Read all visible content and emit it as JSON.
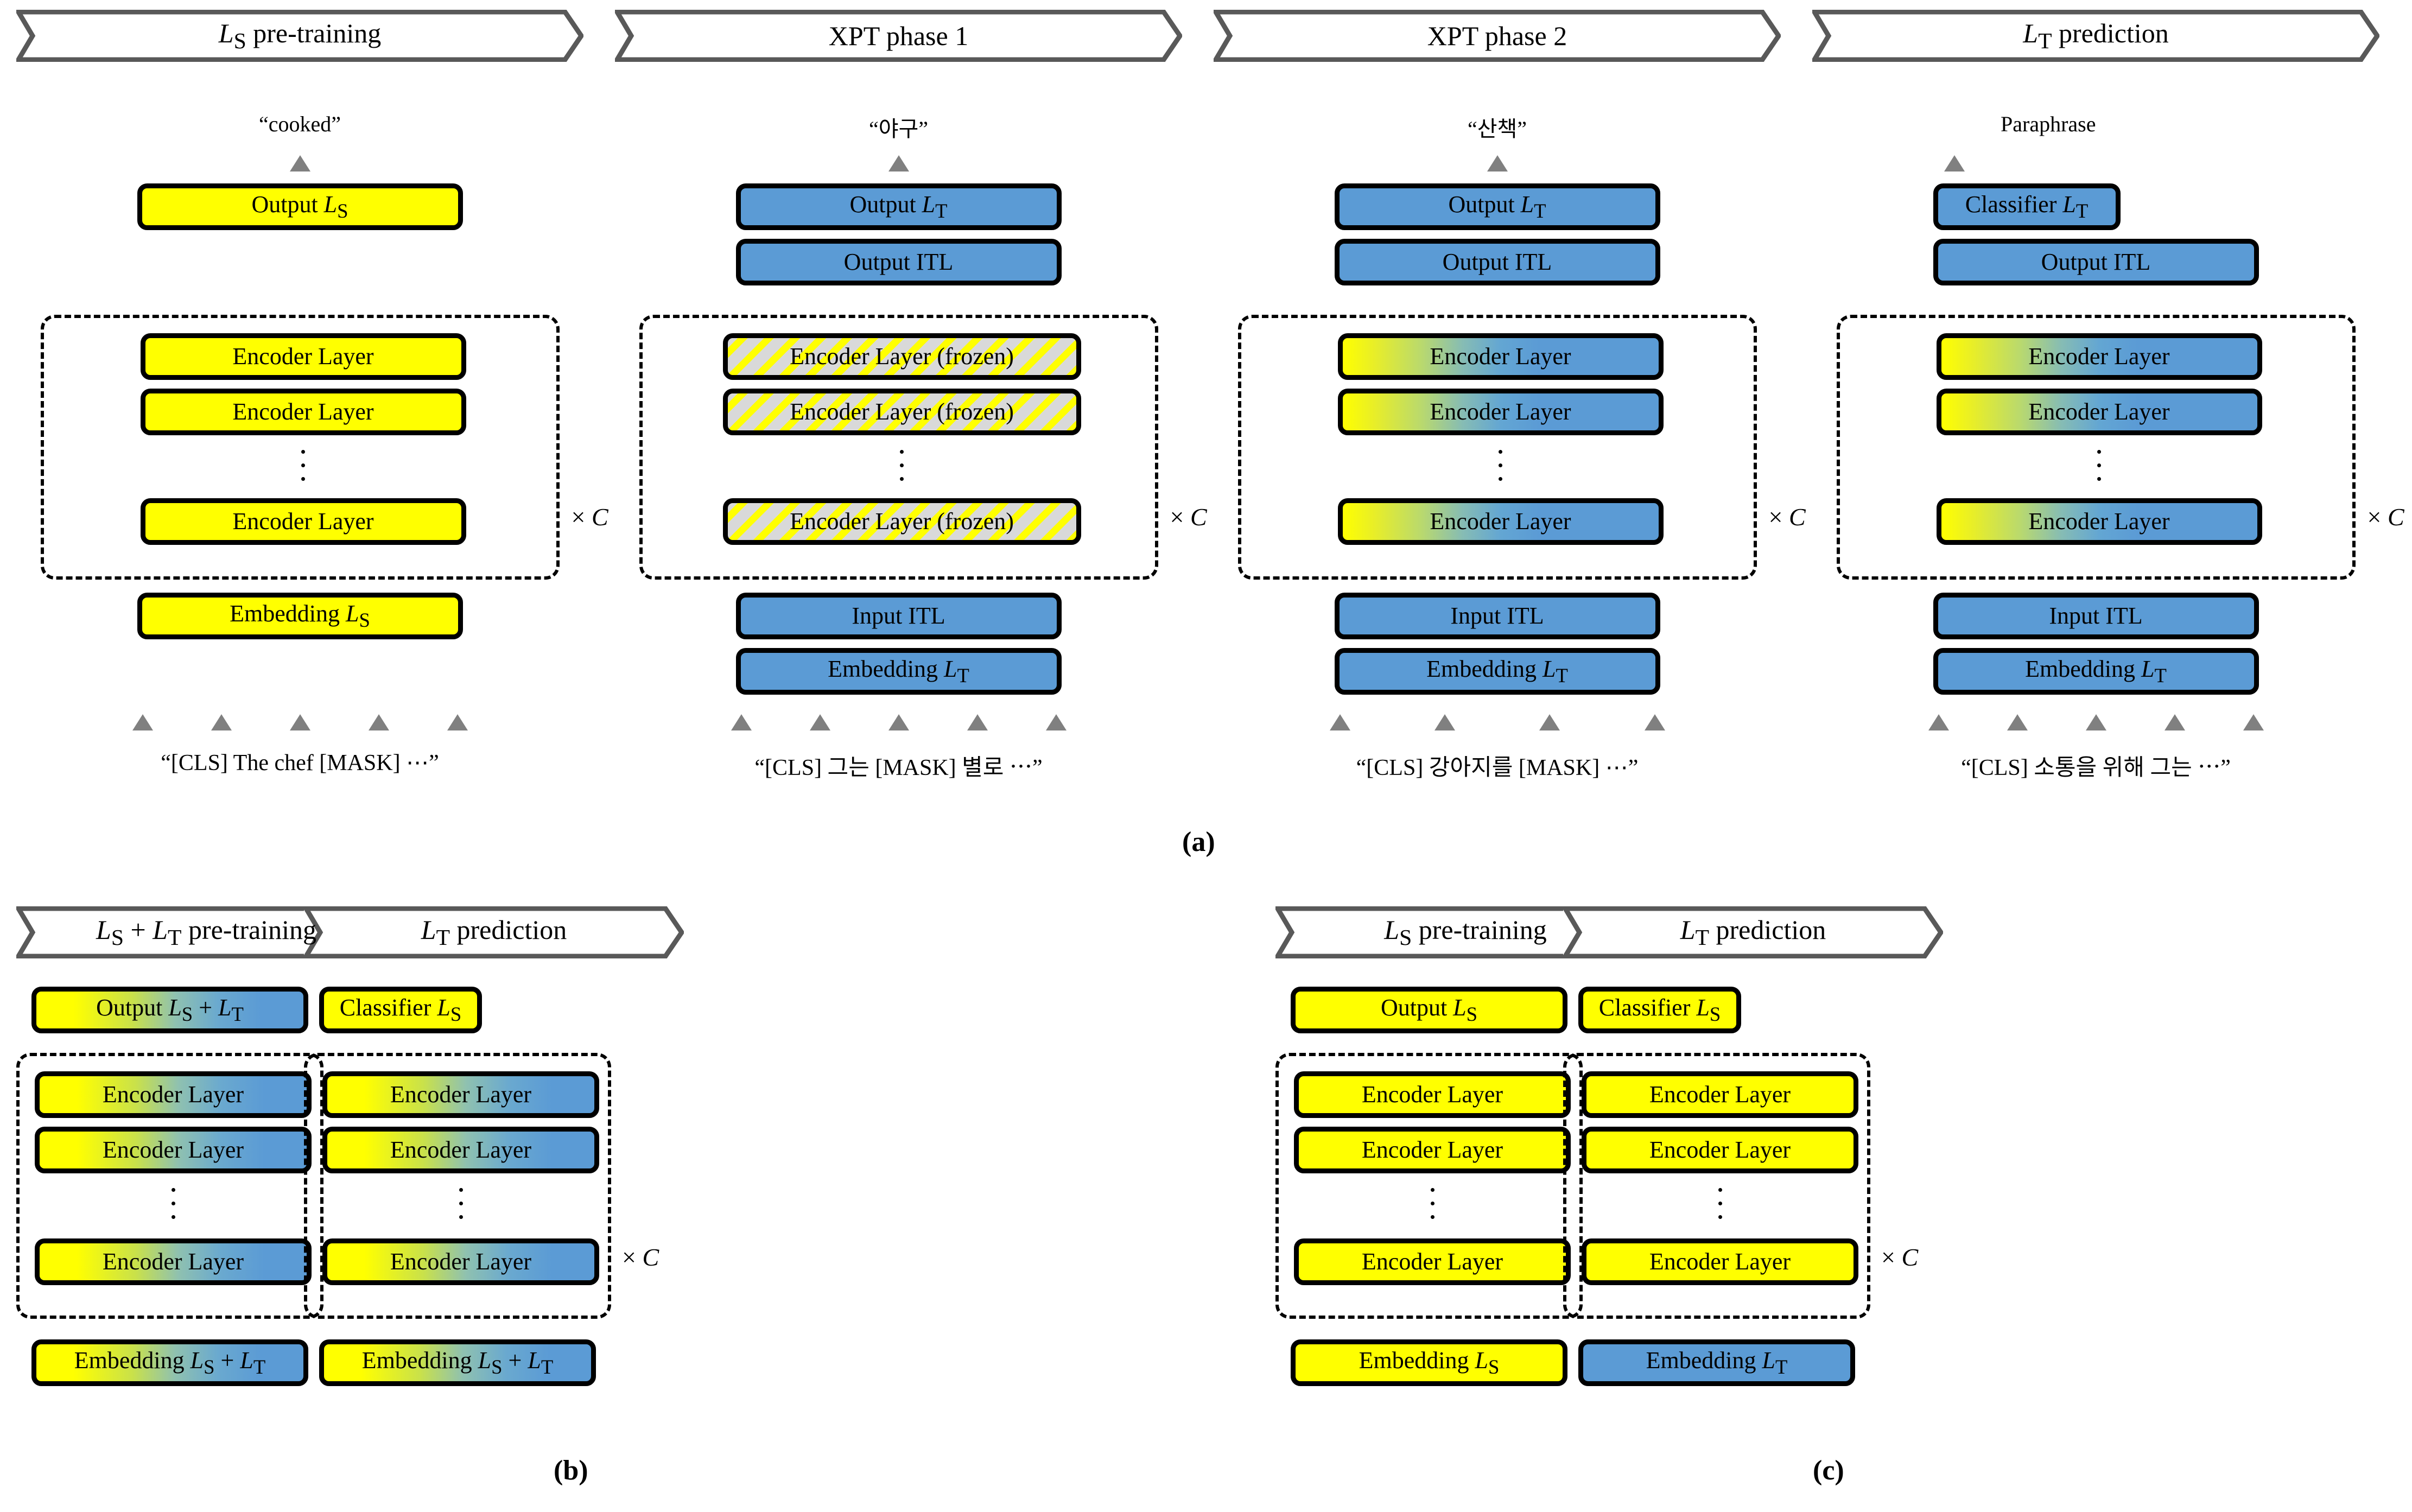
{
  "figure": {
    "panel_labels": {
      "a": "(a)",
      "b": "(b)",
      "c": "(c)"
    },
    "repeat_marker": "× C"
  },
  "panel_a": {
    "columns": [
      {
        "header": "L_S pre-training",
        "header_parts": {
          "base": "L",
          "sub": "S",
          "rest": " pre-training"
        },
        "prediction": "“cooked”",
        "top_blocks": [
          {
            "label": "Output L_S",
            "style": "yellow"
          }
        ],
        "encoder_stack": {
          "layers": [
            "Encoder Layer",
            "Encoder Layer",
            "Encoder Layer"
          ],
          "style": "yellow",
          "repeat": "× C"
        },
        "bottom_blocks": [
          {
            "label": "Embedding L_S",
            "style": "yellow"
          }
        ],
        "tokens": "“[CLS]  The  chef  [MASK]  ⋯”",
        "token_count": 5
      },
      {
        "header": "XPT phase 1",
        "prediction": "“야구”",
        "top_blocks": [
          {
            "label": "Output L_T",
            "style": "blue"
          },
          {
            "label": "Output ITL",
            "style": "blue"
          }
        ],
        "encoder_stack": {
          "layers": [
            "Encoder Layer (frozen)",
            "Encoder Layer (frozen)",
            "Encoder Layer (frozen)"
          ],
          "style": "frozen",
          "repeat": "× C"
        },
        "bottom_blocks": [
          {
            "label": "Input ITL",
            "style": "blue"
          },
          {
            "label": "Embedding L_T",
            "style": "blue"
          }
        ],
        "tokens": "“[CLS]  그는  [MASK]  별로  ⋯”",
        "token_count": 5
      },
      {
        "header": "XPT phase 2",
        "prediction": "“산책”",
        "top_blocks": [
          {
            "label": "Output L_T",
            "style": "blue"
          },
          {
            "label": "Output ITL",
            "style": "blue"
          }
        ],
        "encoder_stack": {
          "layers": [
            "Encoder Layer",
            "Encoder Layer",
            "Encoder Layer"
          ],
          "style": "gradient-half",
          "repeat": "× C"
        },
        "bottom_blocks": [
          {
            "label": "Input ITL",
            "style": "blue"
          },
          {
            "label": "Embedding L_T",
            "style": "blue"
          }
        ],
        "tokens": "“[CLS]  강아지를  [MASK]  ⋯”",
        "token_count": 4
      },
      {
        "header": "L_T prediction",
        "prediction": "Paraphrase",
        "top_blocks": [
          {
            "label": "Classifier L_T",
            "style": "blue",
            "narrow": true
          },
          {
            "label": "Output ITL",
            "style": "blue"
          }
        ],
        "encoder_stack": {
          "layers": [
            "Encoder Layer",
            "Encoder Layer",
            "Encoder Layer"
          ],
          "style": "gradient-half",
          "repeat": "× C"
        },
        "bottom_blocks": [
          {
            "label": "Input ITL",
            "style": "blue"
          },
          {
            "label": "Embedding L_T",
            "style": "blue"
          }
        ],
        "tokens": "“[CLS]  소통을  위해  그는  ⋯”",
        "token_count": 5
      }
    ]
  },
  "panel_b": {
    "columns": [
      {
        "header": "L_S + L_T pre-training",
        "top_block": {
          "label": "Output L_S + L_T",
          "style": "gradient"
        },
        "encoder_stack": {
          "layers": [
            "Encoder Layer",
            "Encoder Layer",
            "Encoder Layer"
          ],
          "style": "gradient",
          "repeat": "× C"
        },
        "bottom_block": {
          "label": "Embedding L_S + L_T",
          "style": "gradient"
        }
      },
      {
        "header": "L_T prediction",
        "top_block": {
          "label": "Classifier L_S",
          "style": "yellow",
          "narrow": true
        },
        "encoder_stack": {
          "layers": [
            "Encoder Layer",
            "Encoder Layer",
            "Encoder Layer"
          ],
          "style": "gradient",
          "repeat": "× C"
        },
        "bottom_block": {
          "label": "Embedding L_S + L_T",
          "style": "gradient"
        }
      }
    ]
  },
  "panel_c": {
    "columns": [
      {
        "header": "L_S pre-training",
        "top_block": {
          "label": "Output L_S",
          "style": "yellow"
        },
        "encoder_stack": {
          "layers": [
            "Encoder Layer",
            "Encoder Layer",
            "Encoder Layer"
          ],
          "style": "yellow",
          "repeat": "× C"
        },
        "bottom_block": {
          "label": "Embedding L_S",
          "style": "yellow"
        }
      },
      {
        "header": "L_T prediction",
        "top_block": {
          "label": "Classifier L_S",
          "style": "yellow",
          "narrow": true
        },
        "encoder_stack": {
          "layers": [
            "Encoder Layer",
            "Encoder Layer",
            "Encoder Layer"
          ],
          "style": "yellow",
          "repeat": "× C"
        },
        "bottom_block": {
          "label": "Embedding L_T",
          "style": "blue"
        }
      }
    ]
  },
  "colors": {
    "yellow": "#ffff00",
    "blue": "#5b9bd5",
    "frozen_gray": "#d9d9d9",
    "banner_border": "#595959",
    "arrow_gray": "#808080",
    "outline": "#000000"
  }
}
